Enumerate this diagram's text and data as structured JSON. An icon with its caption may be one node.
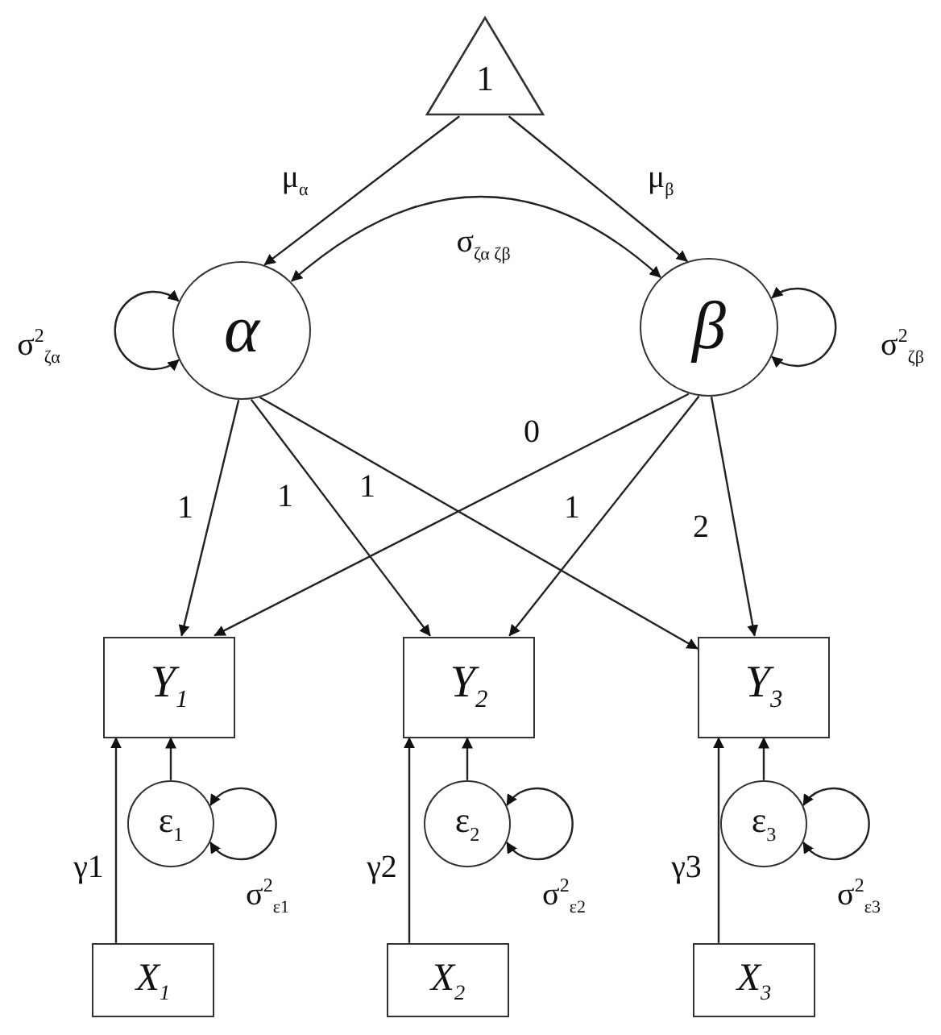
{
  "diagram": {
    "nodes": [
      {
        "text": [
          "1"
        ]
      },
      {
        "text": [
          "α"
        ]
      },
      {
        "text": [
          "β"
        ]
      },
      {
        "text": [
          "Y$_{1}$"
        ]
      },
      {
        "text": [
          "Y$_{2}$"
        ]
      },
      {
        "text": [
          "Y$_{3}$"
        ]
      },
      {
        "text": [
          "ε$_{1}$"
        ]
      },
      {
        "text": [
          "ε$_{2}$"
        ]
      },
      {
        "text": [
          "ε$_{3}$"
        ]
      },
      {
        "text": [
          "X$_{1}$"
        ]
      },
      {
        "text": [
          "X$_{2}$"
        ]
      },
      {
        "text": [
          "X$_{3}$"
        ]
      }
    ],
    "edges": [
      {
        "from": 0,
        "to": 1,
        "arrow": "to",
        "label": "μ$_{α}$"
      },
      {
        "from": 0,
        "to": 2,
        "arrow": "to",
        "label": "μ$_{β}$"
      },
      {
        "from": 1,
        "to": 2,
        "arrow": "both",
        "label": "σ$_{ζα ζβ}$"
      },
      {
        "from": 1,
        "to": 1,
        "arrow": "both",
        "label": "σ$^{2}$$_{ζα}$"
      },
      {
        "from": 2,
        "to": 2,
        "arrow": "both",
        "label": "σ$^{2}$$_{ζβ}$"
      },
      {
        "from": 1,
        "to": 3,
        "arrow": "to",
        "label": "1"
      },
      {
        "from": 1,
        "to": 4,
        "arrow": "to",
        "label": "1"
      },
      {
        "from": 1,
        "to": 5,
        "arrow": "to",
        "label": "1"
      },
      {
        "from": 2,
        "to": 3,
        "arrow": "to",
        "label": "0"
      },
      {
        "from": 2,
        "to": 4,
        "arrow": "to",
        "label": "1"
      },
      {
        "from": 2,
        "to": 5,
        "arrow": "to",
        "label": "2"
      },
      {
        "from": 9,
        "to": 3,
        "arrow": "to",
        "label": "γ1"
      },
      {
        "from": 6,
        "to": 3,
        "arrow": "to"
      },
      {
        "from": 6,
        "to": 6,
        "arrow": "both",
        "label": "σ$^{2}$$_{ε1}$"
      },
      {
        "from": 10,
        "to": 4,
        "arrow": "to",
        "label": "γ2"
      },
      {
        "from": 7,
        "to": 4,
        "arrow": "to"
      },
      {
        "from": 7,
        "to": 7,
        "arrow": "both",
        "label": "σ$^{2}$$_{ε2}$"
      },
      {
        "from": 11,
        "to": 5,
        "arrow": "to",
        "label": "γ3"
      },
      {
        "from": 8,
        "to": 5,
        "arrow": "to"
      },
      {
        "from": 8,
        "to": 8,
        "arrow": "both",
        "label": "σ$^{2}$$_{ε3}$"
      }
    ]
  }
}
